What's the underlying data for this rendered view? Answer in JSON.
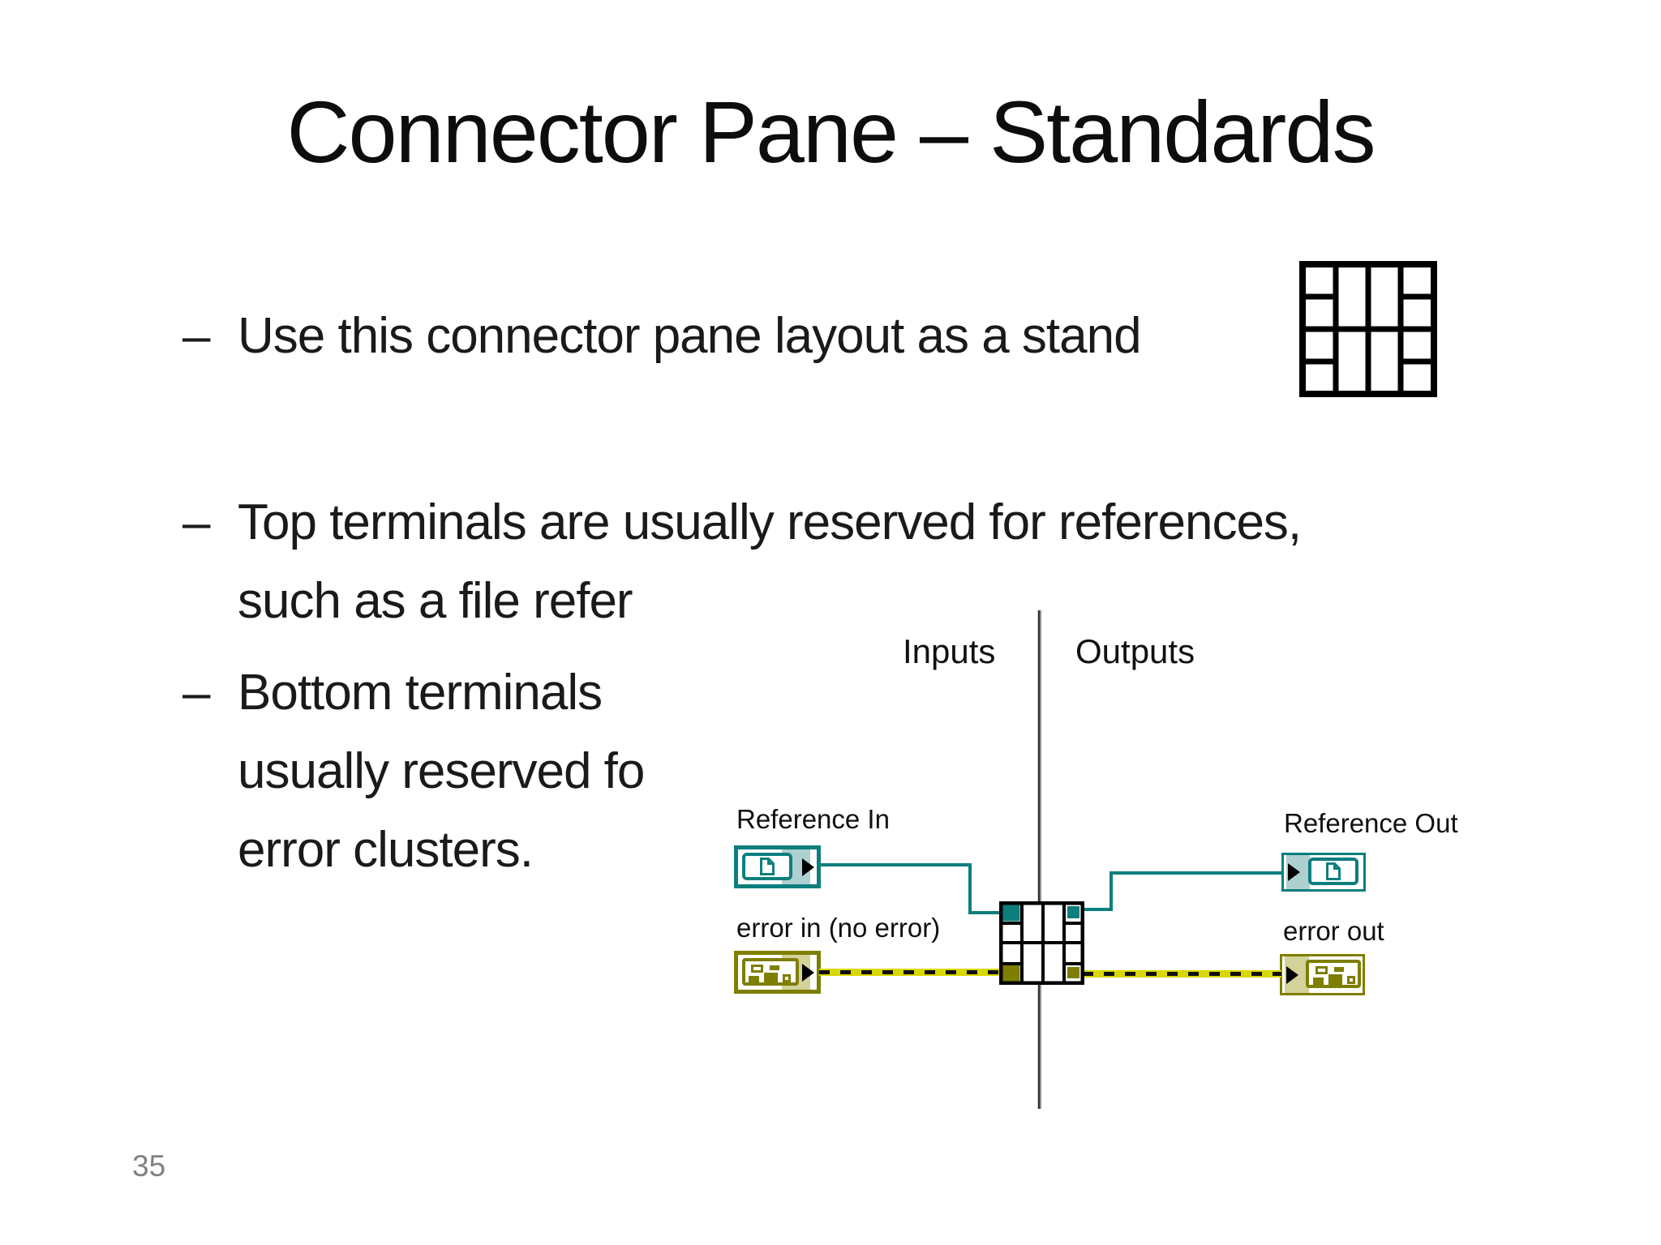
{
  "slide": {
    "title": "Connector Pane – Standards",
    "page_number": "35",
    "bullets": [
      {
        "marker": "–",
        "lines": [
          "Use this connector pane layout as a stand"
        ]
      },
      {
        "marker": "–",
        "lines": [
          "Top terminals are usually reserved for references,",
          "such as a file refer"
        ]
      },
      {
        "marker": "–",
        "lines": [
          "Bottom terminals",
          "usually reserved fo",
          "error clusters."
        ]
      }
    ]
  },
  "connector_grid_figure": {
    "pattern": "4-2-2-4",
    "columns_terminal_counts": [
      4,
      2,
      2,
      4
    ]
  },
  "diagram": {
    "inputs_label": "Inputs",
    "outputs_label": "Outputs",
    "terminals": [
      {
        "name": "reference-in",
        "label": "Reference In"
      },
      {
        "name": "error-in",
        "label": "error in (no error)"
      },
      {
        "name": "reference-out",
        "label": "Reference Out"
      },
      {
        "name": "error-out",
        "label": "error out"
      }
    ],
    "colors": {
      "reference_wire": "#0d7e7e",
      "reference_shade": "#aed0d0",
      "error_border": "#7e7e00",
      "error_shade": "#d2d29a",
      "error_wire_yellow": "#d8d800",
      "divider_line": "#2b2b2b"
    }
  }
}
